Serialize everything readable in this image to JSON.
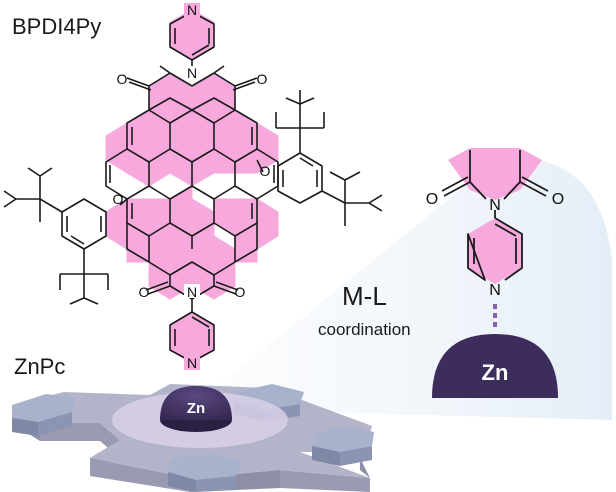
{
  "labels": {
    "molecule": "BPDI4Py",
    "substrate": "ZnPc",
    "ml": "M-L",
    "coordination": "coordination",
    "zn_center": "Zn",
    "zn_inset": "Zn"
  },
  "atoms": {
    "nitrogen": "N",
    "oxygen": "O"
  },
  "colors": {
    "highlight": "#f7a8dd",
    "highlight_stroke": "#e76ec4",
    "zn_dark": "#3d2d5c",
    "zn_top": "#4e3c71",
    "zn_light": "#d8d0e7",
    "pc_top": "#b3b4c9",
    "pc_side": "#8e8fa6",
    "pc_ring": "#a8b2cc",
    "pc_ring_side": "#7f89a6",
    "bond": "#1b1b1b",
    "coord_bond": "#8a5bb5",
    "cone": "#e4eef7"
  }
}
